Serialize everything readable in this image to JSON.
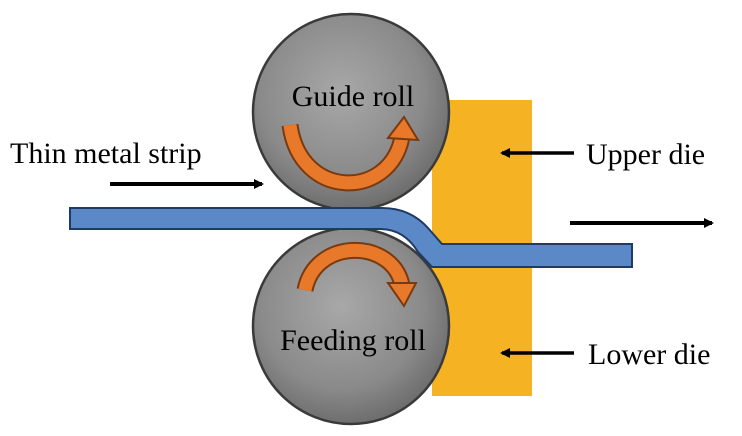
{
  "labels": {
    "guide_roll": "Guide roll",
    "feeding_roll": "Feeding roll",
    "strip": "Thin metal strip",
    "upper_die": "Upper die",
    "lower_die": "Lower die"
  },
  "colors": {
    "die": "#f5b323",
    "roll": "#8f8f8f",
    "roll_outline": "#3a3a3a",
    "strip": "#5b88c6",
    "strip_outline": "#1e3a66",
    "rotation_arrow": "#e8782a",
    "arrow": "#000000"
  },
  "icons": {
    "guide_roll_rotation": "curved-arrow-icon",
    "feeding_roll_rotation": "curved-arrow-icon"
  }
}
